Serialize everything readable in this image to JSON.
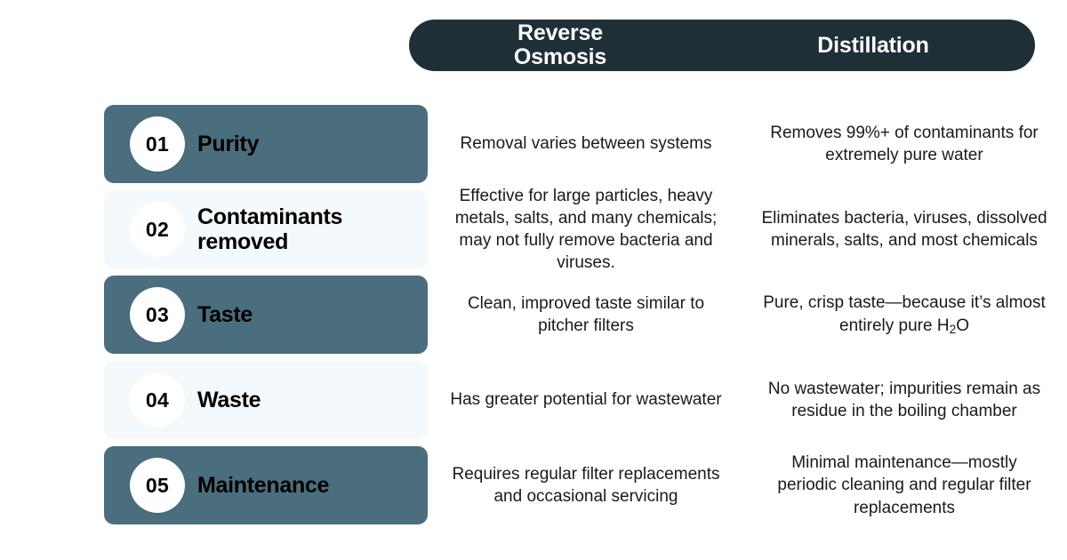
{
  "colors": {
    "header_bg": "#1e2f38",
    "row_dark_bg": "#4a6e7e",
    "row_light_bg": "#f4f9fd",
    "badge_bg": "#ffffff",
    "text_dark": "#1a1a1a",
    "header_text": "#ffffff",
    "page_bg": "#ffffff"
  },
  "header": {
    "label_column": "",
    "columns": [
      {
        "label": "Reverse\nOsmosis"
      },
      {
        "label": "Distillation"
      }
    ]
  },
  "rows": [
    {
      "number": "01",
      "title": "Purity",
      "reverse_osmosis": "Removal varies between systems",
      "distillation": "Removes 99%+ of contaminants for extremely pure water",
      "style": "dark"
    },
    {
      "number": "02",
      "title": "Contaminants\nremoved",
      "reverse_osmosis": "Effective for large particles, heavy metals, salts, and many chemicals; may not fully remove bacteria and viruses.",
      "distillation": "Eliminates bacteria, viruses, dissolved minerals, salts, and most chemicals",
      "style": "light"
    },
    {
      "number": "03",
      "title": "Taste",
      "reverse_osmosis": "Clean, improved taste similar to pitcher filters",
      "distillation_prefix": "Pure, crisp taste—because it’s almost entirely pure H",
      "distillation_sub": "2",
      "distillation_suffix": "O",
      "distillation": "Pure, crisp taste—because it’s almost entirely pure H2O",
      "style": "dark"
    },
    {
      "number": "04",
      "title": "Waste",
      "reverse_osmosis": "Has greater potential for wastewater",
      "distillation": "No wastewater; impurities remain as residue in the boiling chamber",
      "style": "light"
    },
    {
      "number": "05",
      "title": "Maintenance",
      "reverse_osmosis": "Requires regular filter replacements and occasional servicing",
      "distillation": "Minimal maintenance—mostly periodic cleaning and regular filter replacements",
      "style": "dark"
    }
  ]
}
